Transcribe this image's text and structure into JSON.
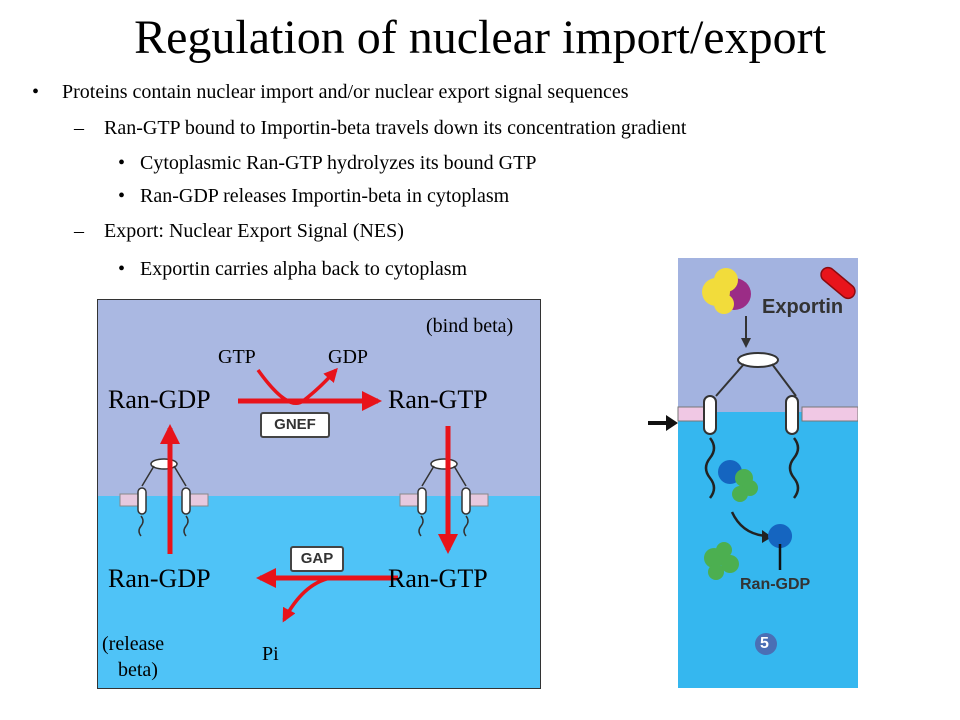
{
  "title": "Regulation of nuclear import/export",
  "bullets": {
    "l1_marker": "•",
    "l2_marker": "–",
    "l3_marker": "•",
    "b1": "Proteins contain nuclear import and/or nuclear export signal sequences",
    "b2": "Ran-GTP bound to Importin-beta travels down its concentration gradient",
    "b3": "Cytoplasmic Ran-GTP hydrolyzes its bound GTP",
    "b4": "Ran-GDP releases Importin-beta in cytoplasm",
    "b5": "Export: Nuclear Export Signal (NES)",
    "b6": "Exportin carries alpha back to cytoplasm"
  },
  "diagram": {
    "bind_beta": "(bind beta)",
    "gtp": "GTP",
    "gdp": "GDP",
    "ran_gdp_top": "Ran-GDP",
    "ran_gtp_top": "Ran-GTP",
    "gnef": "GNEF",
    "gap": "GAP",
    "ran_gdp_bottom": "Ran-GDP",
    "ran_gtp_bottom": "Ran-GTP",
    "release_beta_1": "(release",
    "release_beta_2": "beta)",
    "pi": "Pi",
    "colors": {
      "nucleus": "#aab8e2",
      "cytoplasm": "#4fc3f7",
      "arrow": "#e8131a"
    }
  },
  "panel": {
    "exportin": "Exportin",
    "ran_gdp": "Ran-GDP",
    "step": "5",
    "colors": {
      "nucleus": "#a3b3e0",
      "cytoplasm": "#35b7ef",
      "yellow": "#f2dc3b",
      "purple": "#9b2c86",
      "red": "#e8141b",
      "green": "#4caf50",
      "blue": "#1565c0",
      "step_badge": "#4a6fb5"
    }
  }
}
